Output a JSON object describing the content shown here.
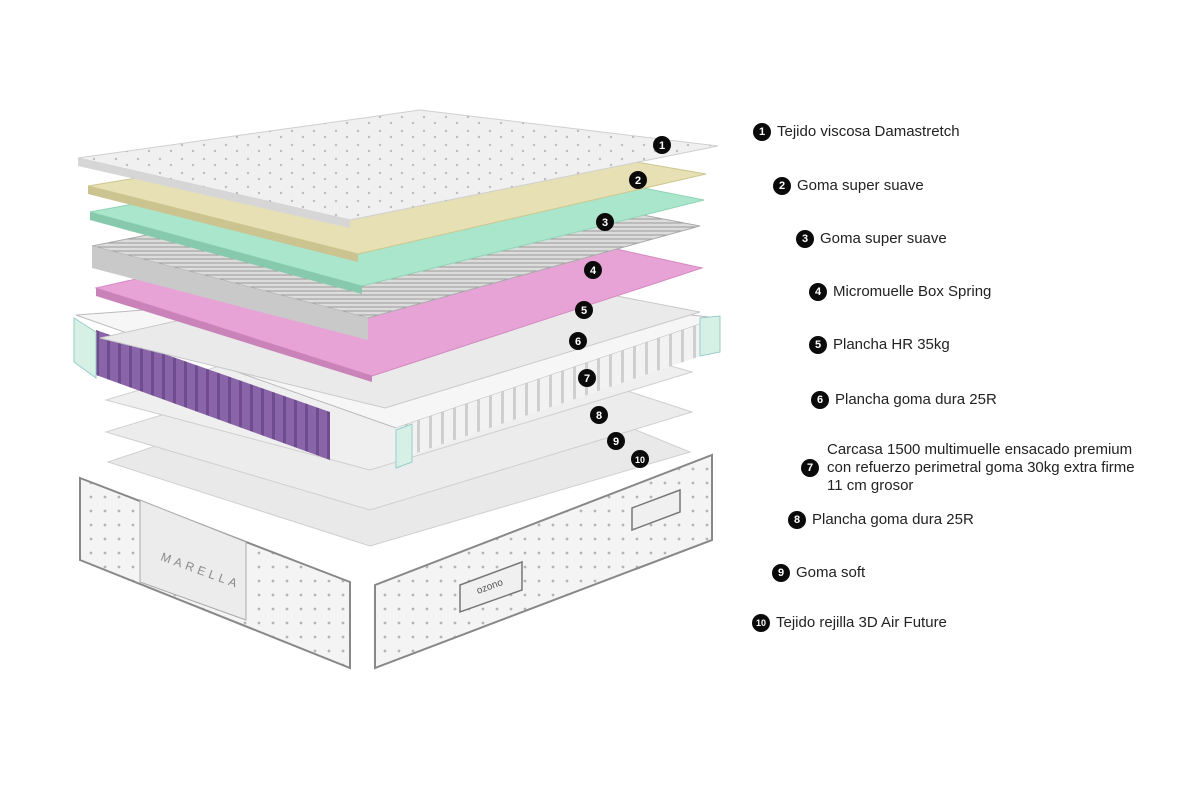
{
  "brand_mark": "MARELLA",
  "logo_text": "ozono",
  "layers": [
    {
      "number": "1",
      "label": "Tejido viscosa Damastretch"
    },
    {
      "number": "2",
      "label": "Goma super suave"
    },
    {
      "number": "3",
      "label": "Goma super suave"
    },
    {
      "number": "4",
      "label": "Micromuelle Box Spring"
    },
    {
      "number": "5",
      "label": "Plancha HR 35kg"
    },
    {
      "number": "6",
      "label": "Plancha goma dura 25R"
    },
    {
      "number": "7",
      "label_lines": [
        "Carcasa 1500 multimuelle ensacado premium",
        "con refuerzo perimetral goma 30kg extra firme",
        "11 cm grosor"
      ]
    },
    {
      "number": "8",
      "label": "Plancha goma dura 25R"
    },
    {
      "number": "9",
      "label": "Goma soft"
    },
    {
      "number": "10",
      "label": "Tejido rejilla 3D Air Future"
    }
  ],
  "colors": {
    "cover": "#eeeeee",
    "latex_yellow": "#e6e0b4",
    "mint_foam": "#a9e6cc",
    "pink_foam": "#e8a3d6",
    "purple_springs": "#8a64a8",
    "grey_plate": "#e4e4e4",
    "badge": "#0a0a0a"
  }
}
